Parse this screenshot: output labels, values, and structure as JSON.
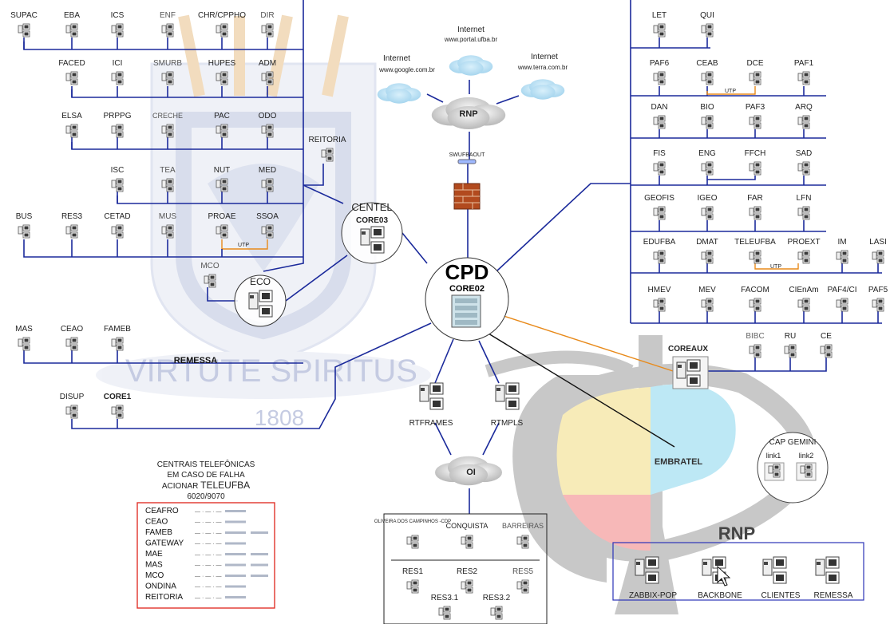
{
  "top_left_nodes": [
    "SUPAC",
    "EBA",
    "ICS",
    "ENF",
    "CHR/CPPHO",
    "DIR"
  ],
  "left_row2": [
    "FACED",
    "ICI",
    "SMURB",
    "HUPES",
    "ADM"
  ],
  "left_row3": [
    "ELSA",
    "PRPPG",
    "CRECHE",
    "PAC",
    "ODO"
  ],
  "reitoria": "REITORIA",
  "left_row4": [
    "ISC",
    "TEA",
    "NUT",
    "MED"
  ],
  "left_row5": [
    "BUS",
    "RES3",
    "CETAD",
    "MUS",
    "PROAE",
    "SSOA"
  ],
  "utp": "UTP",
  "mco": "MCO",
  "eco": "ECO",
  "centel": {
    "title": "CENTEL",
    "sub": "CORE03"
  },
  "left_row6": [
    "MAS",
    "CEAO",
    "FAMEB"
  ],
  "remessa": "REMESSA",
  "left_row7": [
    "DISUP",
    "CORE1"
  ],
  "motto": "VIRTUTE SPIRITUS",
  "year": "1808",
  "internet_google": {
    "line1": "Internet",
    "line2": "www.google.com.br"
  },
  "internet_portal": {
    "line1": "Internet",
    "line2": "www.portal.ufba.br"
  },
  "internet_terra": {
    "line1": "Internet",
    "line2": "www.terra.com.br"
  },
  "rnp_cloud": "RNP",
  "swufbaout": "SWUFBAOUT",
  "cpd": {
    "title": "CPD",
    "sub": "CORE02"
  },
  "rtframes": "RTFRAMES",
  "rtmpls": "RTMPLS",
  "oi": "OI",
  "right_row1": [
    "LET",
    "QUI"
  ],
  "right_row2": [
    "PAF6",
    "CEAB",
    "DCE",
    "PAF1"
  ],
  "right_row3": [
    "DAN",
    "BIO",
    "PAF3",
    "ARQ"
  ],
  "right_row4": [
    "FIS",
    "ENG",
    "FFCH",
    "SAD"
  ],
  "right_row5": [
    "GEOFIS",
    "IGEO",
    "FAR",
    "LFN"
  ],
  "right_row6": [
    "EDUFBA",
    "DMAT",
    "TELEUFBA",
    "PROEXT",
    "IM",
    "LASI"
  ],
  "right_row7": [
    "HMEV",
    "MEV",
    "FACOM",
    "CIEnAm",
    "PAF4/CI",
    "PAF5"
  ],
  "right_row8": [
    "BIBC",
    "RU",
    "CE"
  ],
  "coreaux": "COREAUX",
  "embratel": "EMBRATEL",
  "cap_gemini": {
    "title": "CAP GEMINI",
    "link1": "link1",
    "link2": "link2"
  },
  "rnp_box": {
    "title": "RNP",
    "items": [
      "ZABBIX-POP",
      "BACKBONE",
      "CLIENTES",
      "REMESSA"
    ]
  },
  "oi_box": {
    "top": [
      "OLIVEIRA DOS CAMPINHOS -CDP",
      "CONQUISTA",
      "BARREIRAS"
    ],
    "mid": [
      "RES1",
      "RES2",
      "RES5"
    ],
    "bottom": [
      "RES3.1",
      "RES3.2"
    ]
  },
  "telefonicas": {
    "l1": "CENTRAIS TELEFÔNICAS",
    "l2": "EM CASO DE FALHA",
    "l3a": "ACIONAR ",
    "l3b": "TELEUFBA",
    "l4": "6020/9070"
  },
  "phone_list": [
    "CEAFRO",
    "CEAO",
    "FAMEB",
    "GATEWAY",
    "MAE",
    "MAS",
    "MCO",
    "ONDINA",
    "REITORIA"
  ],
  "phone_dash": "— · — · —",
  "colors": {
    "link": "#1b2a9b",
    "orange": "#e88a1a",
    "red": "#e0322a",
    "shield": "#c9d0e6"
  }
}
